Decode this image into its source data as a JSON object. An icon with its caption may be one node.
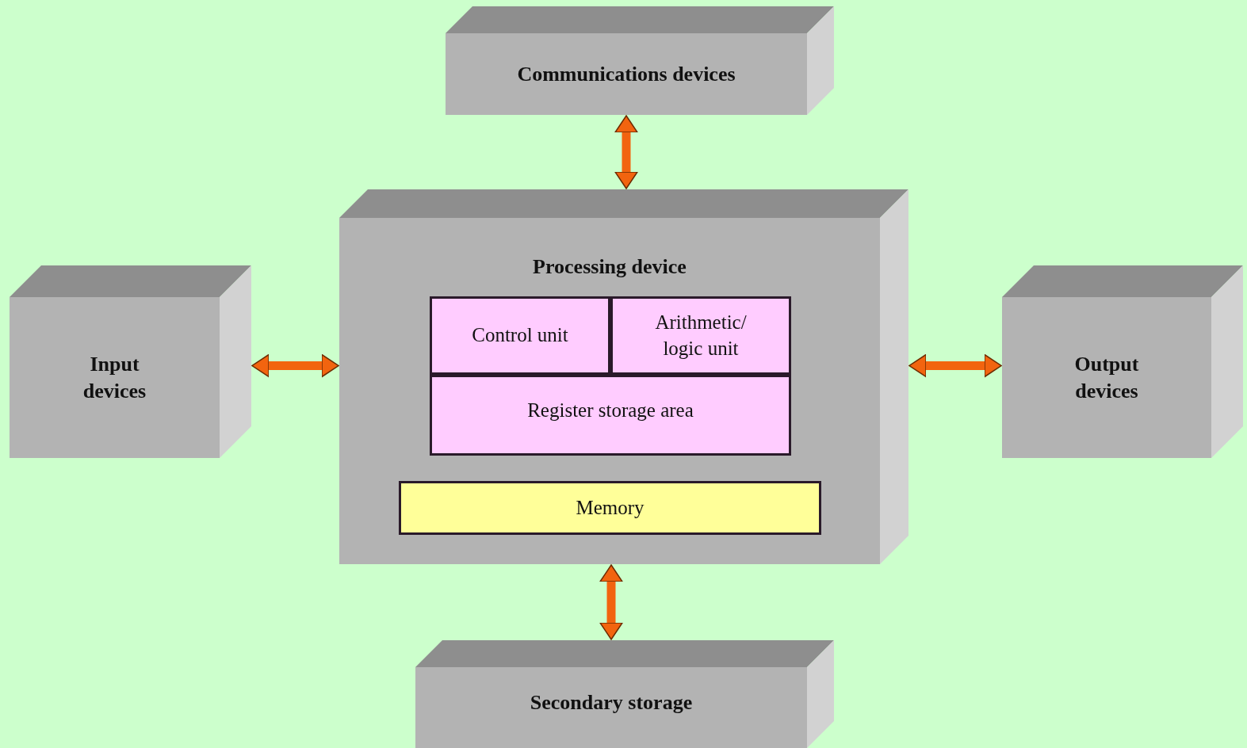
{
  "diagram": {
    "nodes": [
      {
        "text": [
          "Communications devices"
        ]
      },
      {
        "text": [
          "Processing device"
        ]
      },
      {
        "text": [
          "Control unit"
        ],
        "in": 1
      },
      {
        "text": [
          "Arithmetic/ logic unit"
        ],
        "in": 1
      },
      {
        "text": [
          "Register storage area"
        ],
        "in": 1
      },
      {
        "text": [
          "Memory"
        ],
        "in": 1
      },
      {
        "text": [
          "Input devices"
        ]
      },
      {
        "text": [
          "Output devices"
        ]
      },
      {
        "text": [
          "Secondary storage"
        ]
      }
    ],
    "edges": [
      {
        "from": 0,
        "to": 1,
        "arrow": "both"
      },
      {
        "from": 6,
        "to": 1,
        "arrow": "both"
      },
      {
        "from": 1,
        "to": 7,
        "arrow": "both"
      },
      {
        "from": 1,
        "to": 8,
        "arrow": "both"
      }
    ]
  }
}
